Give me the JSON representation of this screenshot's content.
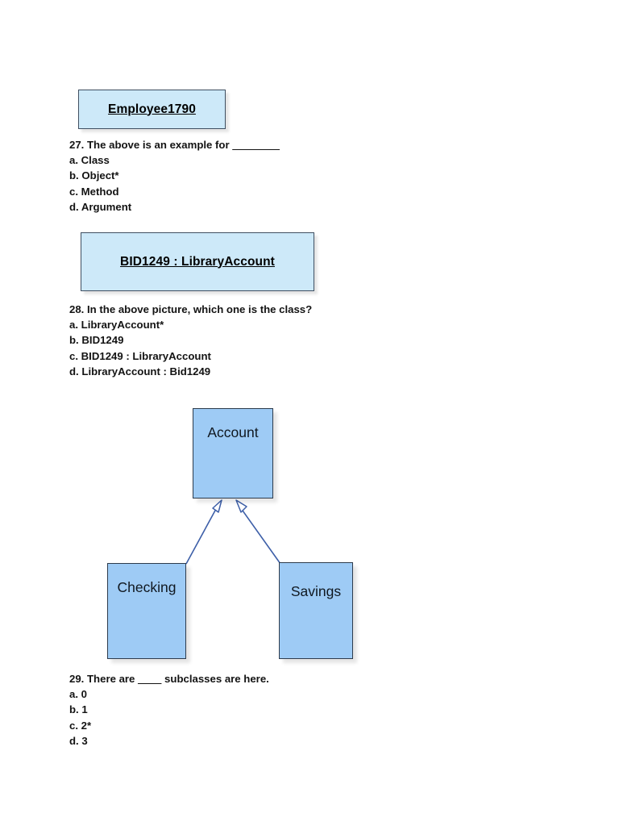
{
  "document": {
    "background_color": "#ffffff",
    "text_color": "#131313"
  },
  "colors": {
    "header_box_fill": "#cde9f9",
    "header_box_border": "#3f4f61",
    "uml_box_fill": "#9ecbf5",
    "uml_box_border": "#2d3b4c",
    "connector_line": "#3d5fa8",
    "arrowhead_fill": "#ffffff"
  },
  "question27": {
    "figure": {
      "label": "Employee1790"
    },
    "prompt": "27. The above is an example for ",
    "blank": "________",
    "options": [
      "a. Class",
      "b. Object*",
      "c. Method",
      "d. Argument"
    ]
  },
  "question28": {
    "figure": {
      "label": "BID1249 : LibraryAccount"
    },
    "prompt": "28. In the above picture, which one is the class?",
    "options": [
      "a. LibraryAccount*",
      "b. BID1249",
      "c. BID1249 : LibraryAccount",
      "d. LibraryAccount : Bid1249"
    ]
  },
  "question29": {
    "diagram": {
      "type": "uml-class-inheritance",
      "superclass": "Account",
      "subclasses": [
        "Checking",
        "Savings"
      ],
      "relationship": "generalization"
    },
    "prompt_before": "29. There are ",
    "blank": "____",
    "prompt_after": " subclasses are here.",
    "options": [
      "a. 0",
      "b. 1",
      "c. 2*",
      "d. 3"
    ]
  }
}
